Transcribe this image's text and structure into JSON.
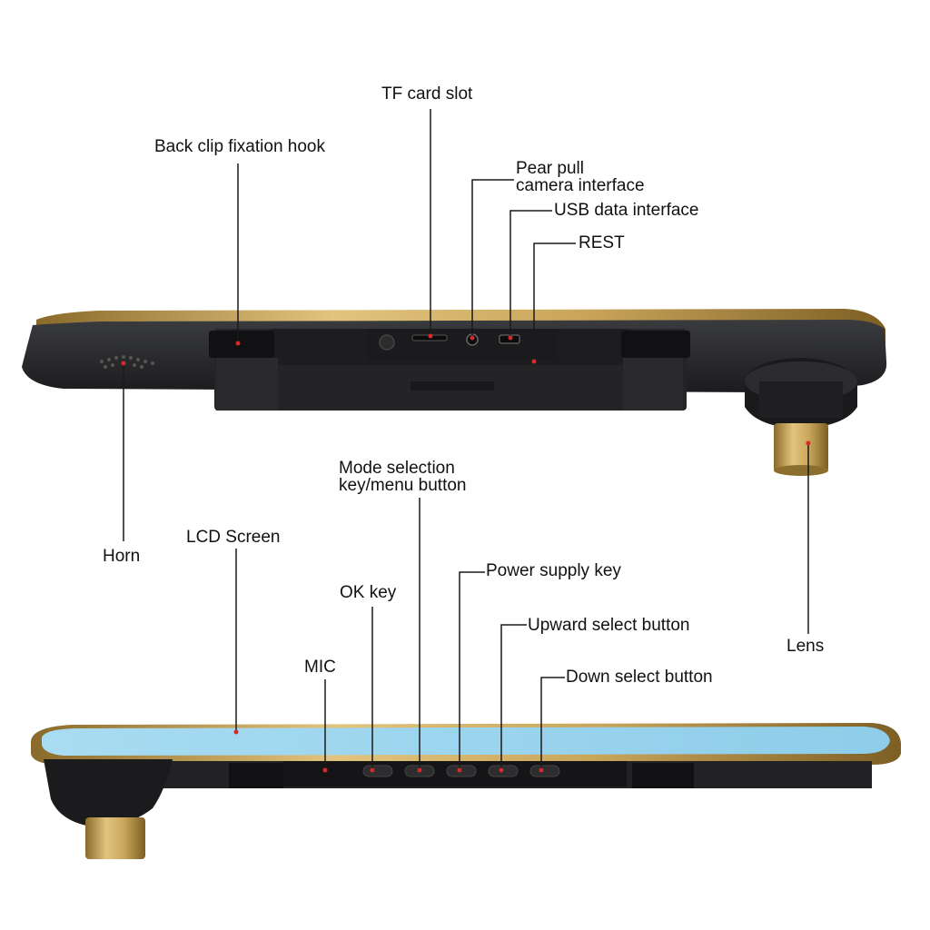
{
  "colors": {
    "body": "#2b2c2e",
    "body_dark": "#1a1a1c",
    "gold": "#c9a55a",
    "gold_dark": "#9c7a34",
    "screen": "#9fd6ee",
    "leader": "#1a1a1a",
    "dot": "#d42a2a"
  },
  "labels": {
    "tf_card_slot": "TF card slot",
    "back_clip_hook": "Back clip fixation hook",
    "pear_pull_line1": "Pear pull",
    "pear_pull_line2": "camera interface",
    "usb_data": "USB data interface",
    "rest": "REST",
    "horn": "Horn",
    "lens": "Lens",
    "mode_line1": "Mode selection",
    "mode_line2": "key/menu button",
    "lcd_screen": "LCD Screen",
    "ok_key": "OK key",
    "power_key": "Power supply key",
    "upward_button": "Upward select button",
    "mic": "MIC",
    "down_button": "Down select button"
  }
}
